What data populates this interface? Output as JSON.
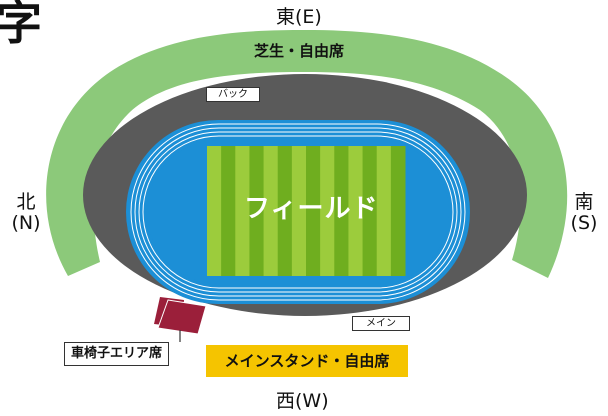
{
  "corner_char": "字",
  "compass": {
    "east": "東(E)",
    "west": "西(W)",
    "north_char": "北",
    "north_code": "(N)",
    "south_char": "南",
    "south_code": "(S)"
  },
  "areas": {
    "lawn_free_seat": "芝生・自由席",
    "back_tag": "バック",
    "field": "フィールド",
    "main_tag": "メイン",
    "wheelchair_area": "車椅子エリア席",
    "main_stand_free_seat": "メインスタンド・自由席"
  },
  "colors": {
    "lawn": "#8cc97a",
    "track_surround": "#5a5a5a",
    "track_blue": "#1c8fd6",
    "field_stripe_light": "#9ccc3c",
    "field_stripe_dark": "#6fae1f",
    "wheelchair": "#9b1f3a",
    "main_stand": "#f5c400"
  }
}
